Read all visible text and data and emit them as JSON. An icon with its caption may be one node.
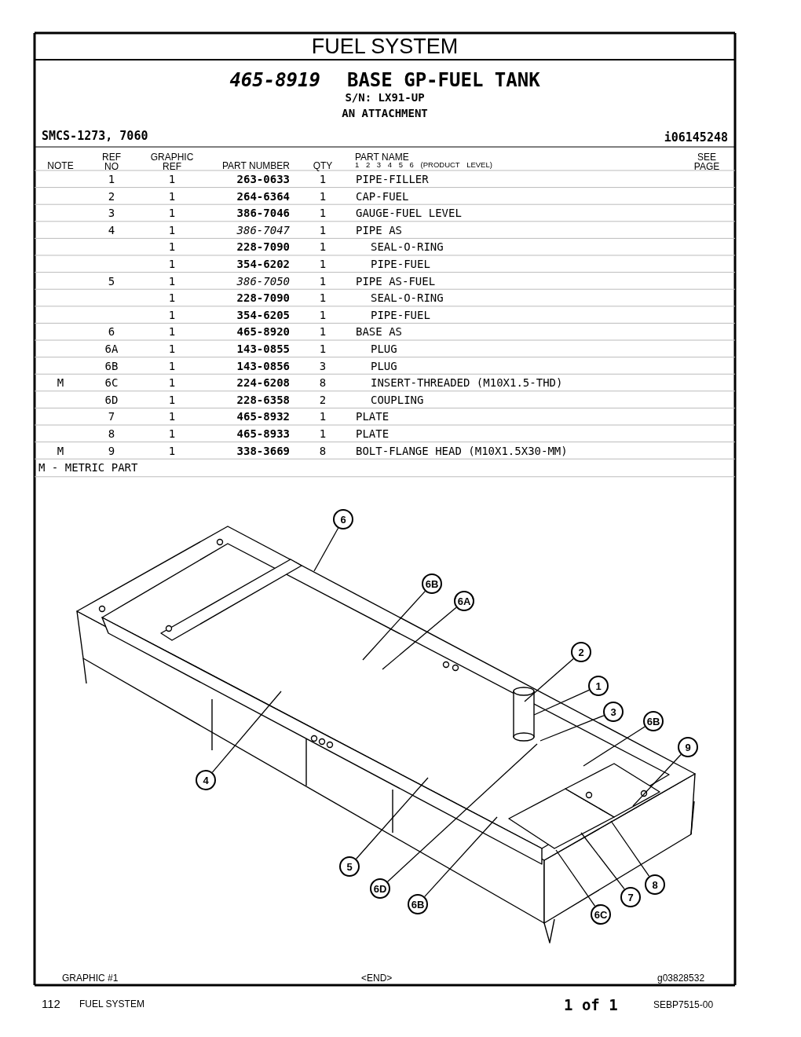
{
  "diagram": {
    "title": "FUEL SYSTEM",
    "nodes": [
      {
        "text": [
          "6"
        ]
      },
      {
        "text": [
          "6B"
        ]
      },
      {
        "text": [
          "6A"
        ]
      },
      {
        "text": [
          "2"
        ]
      },
      {
        "text": [
          "1"
        ]
      },
      {
        "text": [
          "3"
        ]
      },
      {
        "text": [
          "6B"
        ]
      },
      {
        "text": [
          "9"
        ]
      },
      {
        "text": [
          "4"
        ]
      },
      {
        "text": [
          "8"
        ]
      },
      {
        "text": [
          "5"
        ]
      },
      {
        "text": [
          "6D"
        ]
      },
      {
        "text": [
          "7"
        ]
      },
      {
        "text": [
          "6B"
        ]
      },
      {
        "text": [
          "6C"
        ]
      }
    ],
    "edges": [
      {
        "from": 0,
        "to": null,
        "arrow": "none"
      },
      {
        "from": 1,
        "to": null,
        "arrow": "none"
      },
      {
        "from": 2,
        "to": null,
        "arrow": "none"
      },
      {
        "from": 3,
        "to": null,
        "arrow": "none"
      },
      {
        "from": 4,
        "to": null,
        "arrow": "none"
      },
      {
        "from": 5,
        "to": null,
        "arrow": "none"
      },
      {
        "from": 6,
        "to": null,
        "arrow": "none"
      },
      {
        "from": 7,
        "to": null,
        "arrow": "none"
      },
      {
        "from": 8,
        "to": null,
        "arrow": "none"
      },
      {
        "from": 9,
        "to": null,
        "arrow": "none"
      },
      {
        "from": 10,
        "to": null,
        "arrow": "none"
      },
      {
        "from": 11,
        "to": null,
        "arrow": "none"
      },
      {
        "from": 12,
        "to": null,
        "arrow": "none"
      },
      {
        "from": 13,
        "to": null,
        "arrow": "none"
      },
      {
        "from": 14,
        "to": null,
        "arrow": "none"
      }
    ],
    "labels": [
      "465-8919",
      "BASE GP-FUEL TANK",
      "S/N: LX91-UP",
      "AN ATTACHMENT",
      "SMCS-1273, 7060",
      "i06145248",
      "NOTE",
      "REF NO",
      "GRAPHIC REF",
      "PART NUMBER",
      "QTY",
      "PART NAME",
      "1 2 3 4 5 6 (PRODUCT LEVEL)",
      "SEE PAGE",
      "1",
      "1",
      "263-0633",
      "1",
      "PIPE-FILLER",
      "2",
      "1",
      "264-6364",
      "1",
      "CAP-FUEL",
      "3",
      "1",
      "386-7046",
      "1",
      "GAUGE-FUEL LEVEL",
      "4",
      "1",
      "386-7047",
      "1",
      "PIPE AS",
      "1",
      "228-7090",
      "1",
      "SEAL-O-RING",
      "1",
      "354-6202",
      "1",
      "PIPE-FUEL",
      "5",
      "1",
      "386-7050",
      "1",
      "PIPE AS-FUEL",
      "1",
      "228-7090",
      "1",
      "SEAL-O-RING",
      "1",
      "354-6205",
      "1",
      "PIPE-FUEL",
      "6",
      "1",
      "465-8920",
      "1",
      "BASE AS",
      "6A",
      "1",
      "143-0855",
      "1",
      "PLUG",
      "6B",
      "1",
      "143-0856",
      "3",
      "PLUG",
      "M",
      "6C",
      "1",
      "224-6208",
      "8",
      "INSERT-THREADED (M10X1.5-THD)",
      "6D",
      "1",
      "228-6358",
      "2",
      "COUPLING",
      "7",
      "1",
      "465-8932",
      "1",
      "PLATE",
      "8",
      "1",
      "465-8933",
      "1",
      "PLATE",
      "M",
      "9",
      "1",
      "338-3669",
      "8",
      "BOLT-FLANGE HEAD (M10X1.5X30-MM)",
      "M - METRIC PART",
      "GRAPHIC #1",
      "<END>",
      "g03828532",
      "112",
      "FUEL SYSTEM",
      "1 of 1",
      "SEBP7515-00"
    ]
  }
}
